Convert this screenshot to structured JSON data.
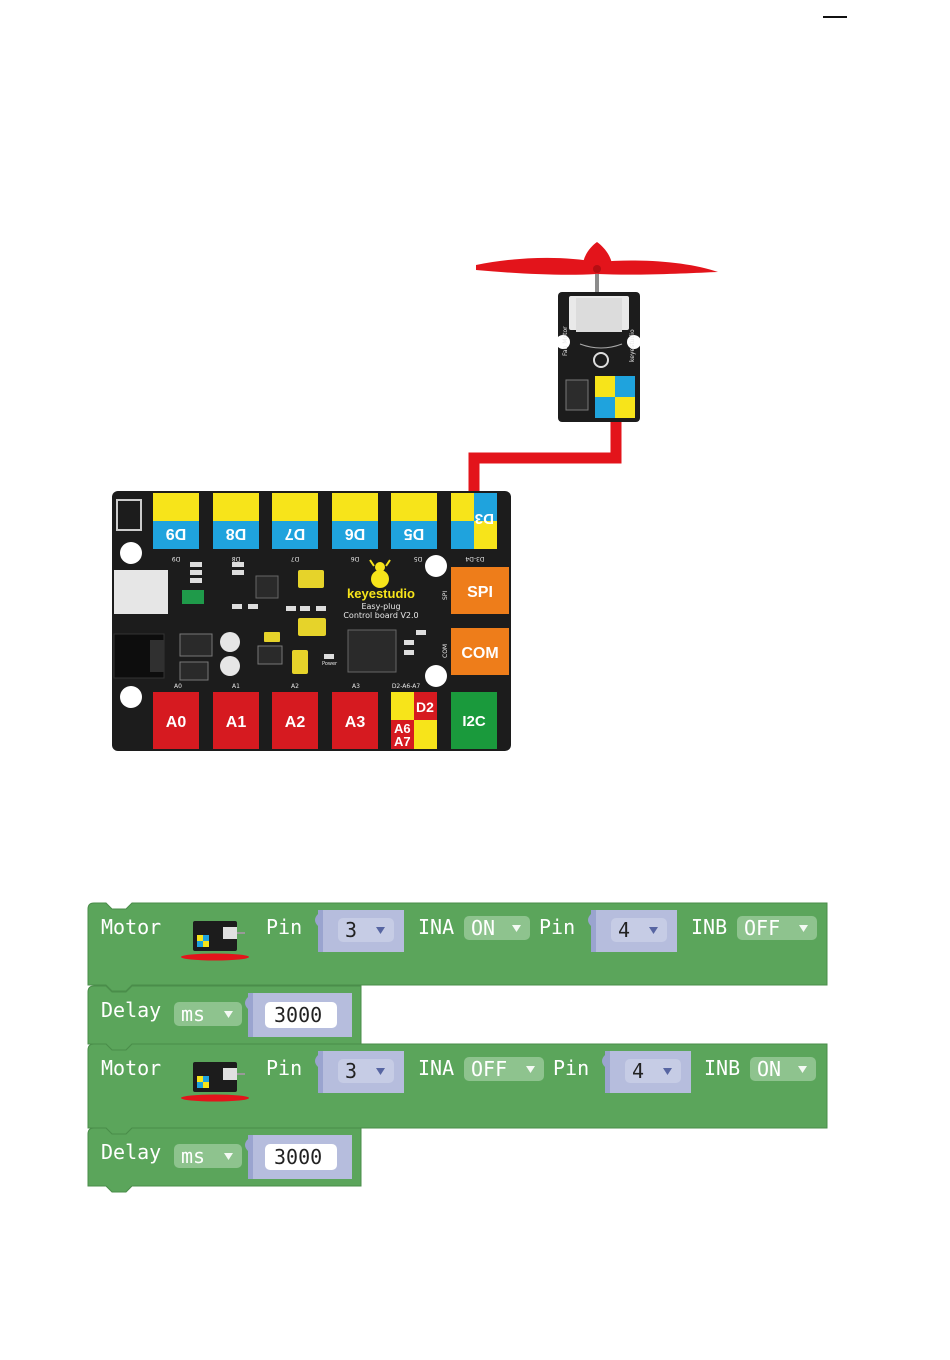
{
  "colors": {
    "block_green": "#5ba55b",
    "block_dark": "#4a8d4a",
    "pin_yellow": "#f7e41a",
    "pin_blue": "#1fa3dd",
    "pin_red": "#d61a20",
    "pin_orange": "#ee7d1a",
    "pin_green": "#1a9a3c",
    "cable": "#e3141b",
    "board": "#1c1c1c"
  },
  "board": {
    "brand": "keyestudio",
    "subtitle_line1": "Easy-plug",
    "subtitle_line2": "Control board V2.0",
    "top_ports": [
      "D9",
      "D8",
      "D7",
      "D6",
      "D5",
      "D4"
    ],
    "top_silk": [
      "D9",
      "D8",
      "D7",
      "D6",
      "D5",
      "D3-D4"
    ],
    "d3_label": "D3",
    "bottom_ports": [
      "A0",
      "A1",
      "A2",
      "A3"
    ],
    "bottom_silk": [
      "A0",
      "A1",
      "A2",
      "A3",
      "D2-A6-A7"
    ],
    "d2_label": "D2",
    "a6_label": "A6",
    "a7_label": "A7",
    "spi_label": "SPI",
    "com_label": "COM",
    "i2c_label": "I2C",
    "spi_silk": "SPI",
    "com_silk": "COM",
    "power_silk": "Power"
  },
  "module": {
    "name_left": "Fan Motor",
    "name_right": "keyestudio"
  },
  "blocks": [
    {
      "type": "motor",
      "label": "Motor",
      "pin_a_label": "Pin",
      "pin_a": "3",
      "ina_label": "INA",
      "ina": "ON",
      "pin_b_label": "Pin",
      "pin_b": "4",
      "inb_label": "INB",
      "inb": "OFF"
    },
    {
      "type": "delay",
      "label": "Delay",
      "unit": "ms",
      "value": "3000"
    },
    {
      "type": "motor",
      "label": "Motor",
      "pin_a_label": "Pin",
      "pin_a": "3",
      "ina_label": "INA",
      "ina": "OFF",
      "pin_b_label": "Pin",
      "pin_b": "4",
      "inb_label": "INB",
      "inb": "ON"
    },
    {
      "type": "delay",
      "label": "Delay",
      "unit": "ms",
      "value": "3000"
    }
  ],
  "dropdown_icon": "triangle-down-icon"
}
